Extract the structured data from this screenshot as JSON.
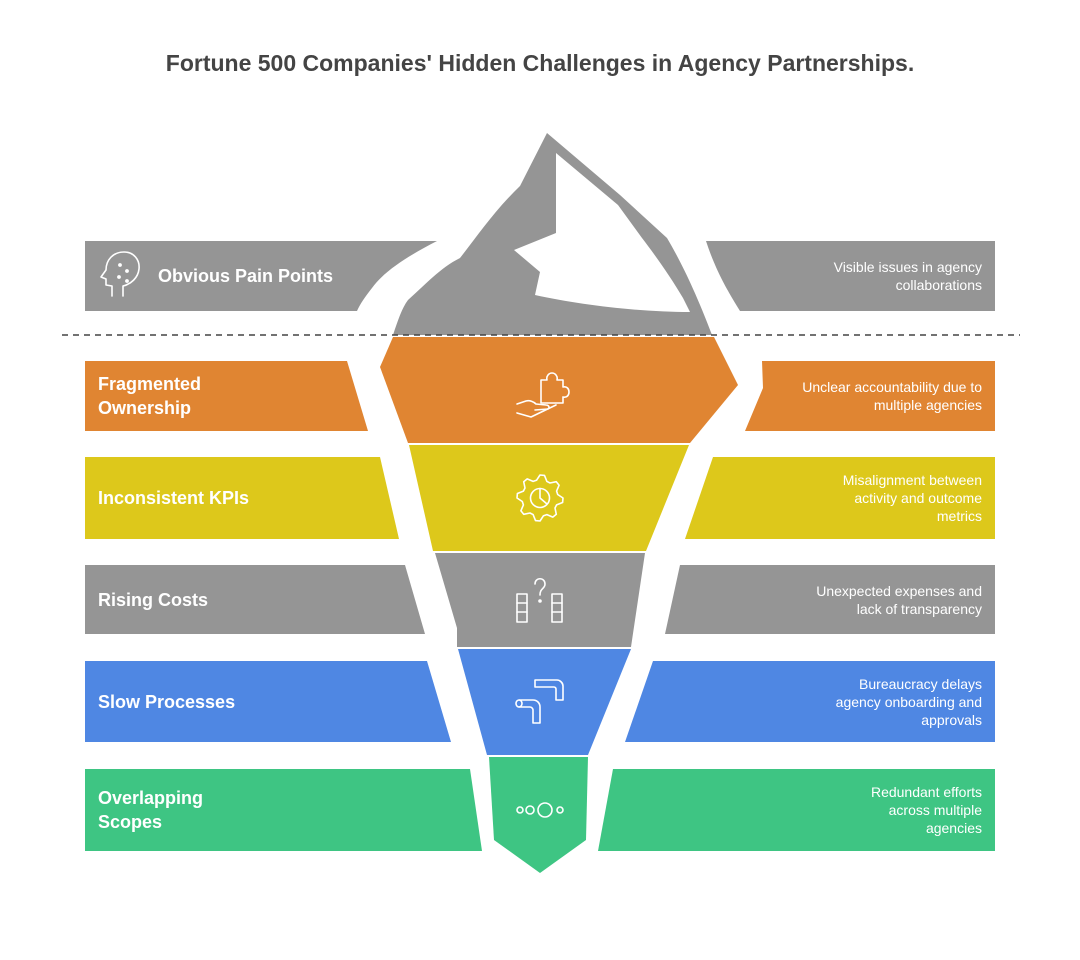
{
  "title": "Fortune 500 Companies' Hidden Challenges in Agency Partnerships.",
  "colors": {
    "gray": "#959595",
    "orange": "#E08532",
    "yellow": "#DDC81B",
    "blue": "#4F87E3",
    "green": "#3EC583",
    "water_line": "#444444"
  },
  "levels": [
    {
      "label": "Obvious Pain Points",
      "description": "Visible issues in agency collaborations",
      "icon": "head-thinking-icon",
      "color": "#959595"
    },
    {
      "label": "Fragmented Ownership",
      "description": "Unclear accountability due to multiple agencies",
      "icon": "hand-puzzle-icon",
      "color": "#E08532"
    },
    {
      "label": "Inconsistent KPIs",
      "description": "Misalignment between activity and outcome metrics",
      "icon": "gear-chart-icon",
      "color": "#DDC81B"
    },
    {
      "label": "Rising Costs",
      "description": "Unexpected expenses and lack of transparency",
      "icon": "question-columns-icon",
      "color": "#959595"
    },
    {
      "label": "Slow Processes",
      "description": "Bureaucracy delays agency onboarding and approvals",
      "icon": "pipe-icon",
      "color": "#4F87E3"
    },
    {
      "label": "Overlapping Scopes",
      "description": "Redundant efforts across multiple agencies",
      "icon": "circles-icon",
      "color": "#3EC583"
    }
  ]
}
